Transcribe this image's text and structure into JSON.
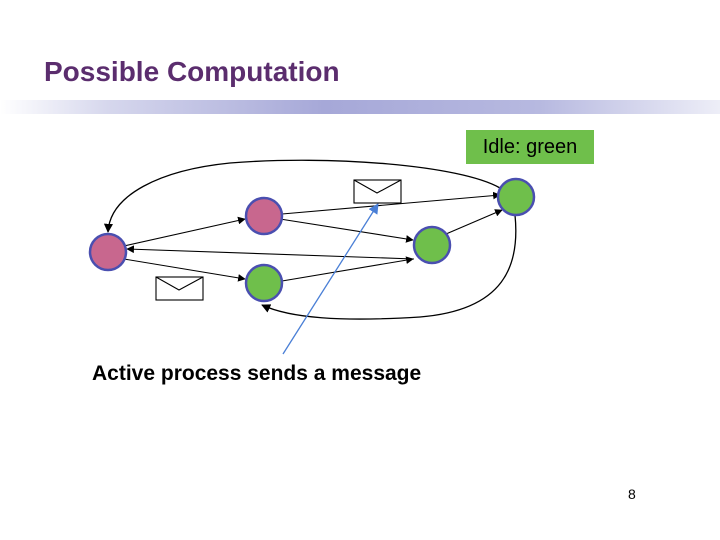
{
  "slide": {
    "title": "Possible Computation",
    "legend": "Idle: green",
    "caption": "Active process sends a message",
    "page_number": "8"
  },
  "colors": {
    "title": "#5b2d6e",
    "active_node": "#c8678e",
    "idle_node": "#6fbf4b",
    "node_border": "#4a4fb0",
    "legend_bg": "#6fbf4b",
    "pointer_line": "#4a7fd6"
  },
  "nodes": [
    {
      "id": "p1",
      "state": "active"
    },
    {
      "id": "p2",
      "state": "active"
    },
    {
      "id": "p3",
      "state": "idle"
    },
    {
      "id": "p4",
      "state": "idle"
    },
    {
      "id": "p5",
      "state": "idle"
    }
  ],
  "messages_in_transit": 2
}
